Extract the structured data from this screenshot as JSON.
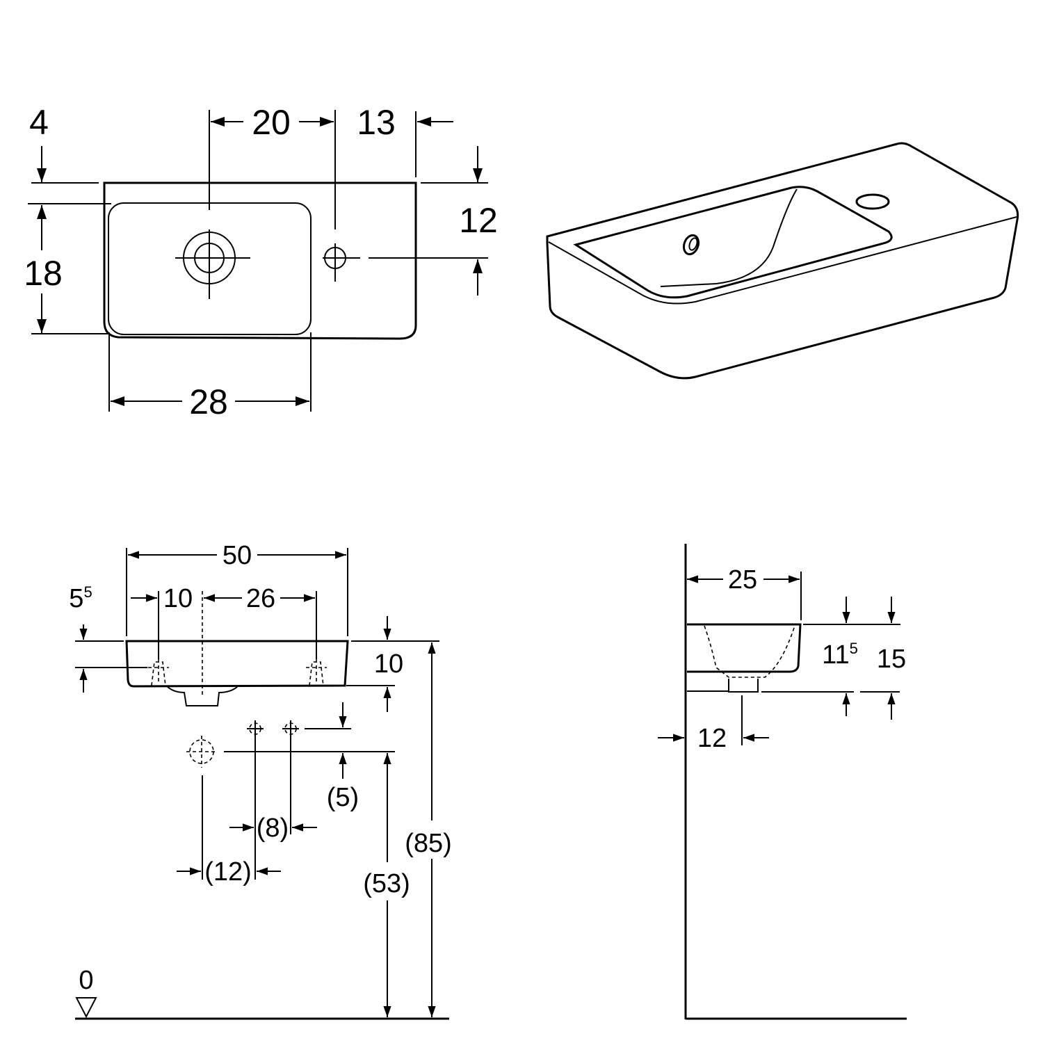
{
  "top_view": {
    "dim_4": "4",
    "dim_20": "20",
    "dim_13": "13",
    "dim_12": "12",
    "dim_18": "18",
    "dim_28": "28"
  },
  "front_view": {
    "dim_50": "50",
    "dim_5_5_base": "5",
    "dim_5_5_sup": "5",
    "dim_10_left": "10",
    "dim_26": "26",
    "dim_10_right": "10",
    "dim_5": "(5)",
    "dim_8": "(8)",
    "dim_12": "(12)",
    "dim_53": "(53)",
    "dim_85": "(85)",
    "floor_level": "0"
  },
  "side_view": {
    "dim_25": "25",
    "dim_11_5_base": "11",
    "dim_11_5_sup": "5",
    "dim_15": "15",
    "dim_12": "12"
  }
}
